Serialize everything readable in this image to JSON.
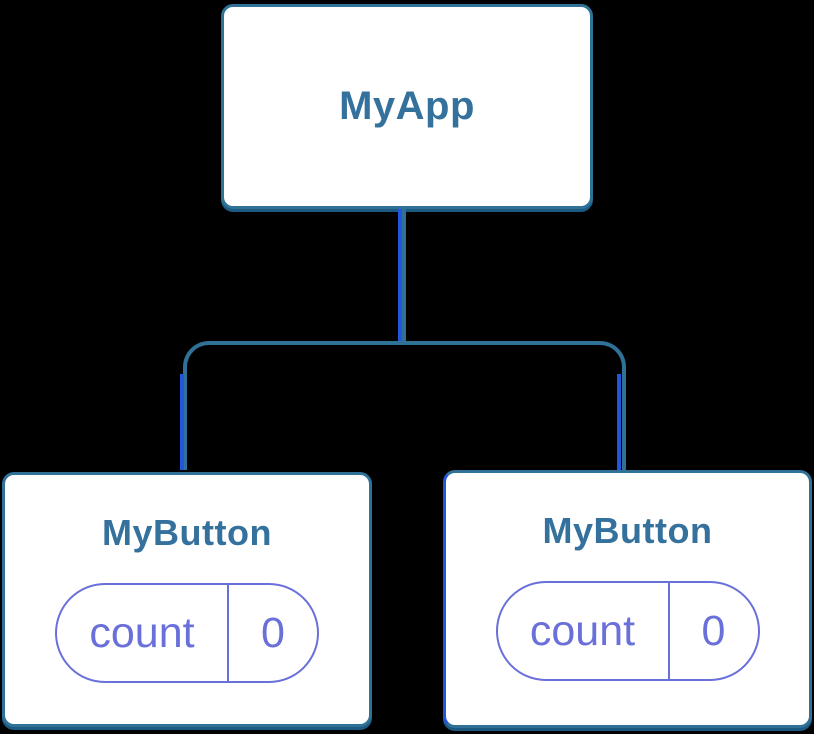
{
  "diagram": {
    "description": "React component tree with state",
    "root": {
      "label": "MyApp"
    },
    "children": [
      {
        "label": "MyButton",
        "state": {
          "name": "count",
          "value": "0"
        }
      },
      {
        "label": "MyButton",
        "state": {
          "name": "count",
          "value": "0"
        }
      }
    ],
    "colors": {
      "background": "#000000",
      "node_fill": "#ffffff",
      "node_border": "#2f7197",
      "node_label_text": "#34719c",
      "connector": "#2f7197",
      "connector_accent": "#2456dd",
      "state_pill": "#6a70d9"
    }
  }
}
